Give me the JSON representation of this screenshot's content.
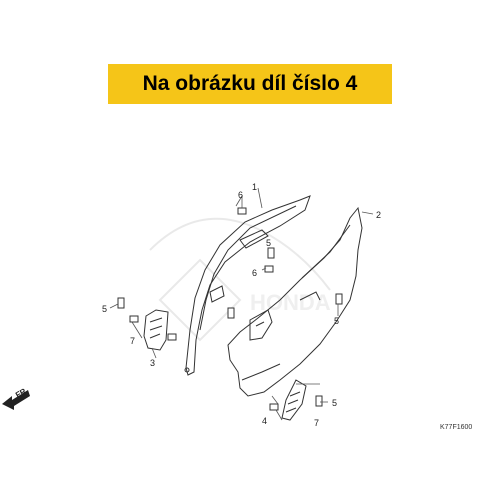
{
  "banner": {
    "text": "Na obrázku díl číslo 4",
    "color": "#f5c518"
  },
  "callouts": [
    "1",
    "2",
    "3",
    "4",
    "5",
    "5",
    "5",
    "5",
    "6",
    "6",
    "7",
    "7"
  ],
  "watermark": "HONDA",
  "direction": {
    "label": "FR."
  },
  "diagram_code": "K77F1600"
}
